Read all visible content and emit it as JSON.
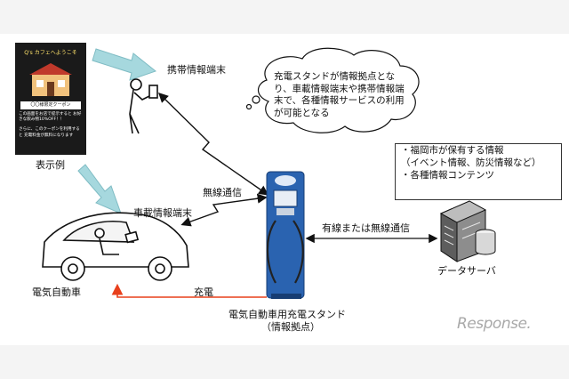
{
  "display_example": {
    "screen_title": "Q's カフェへようこそ",
    "coupon": "〇〇様限定クーポン",
    "message_1": "この画面をお店で提示すると お好きな飲み物10%OFF！！",
    "message_2": "さらに、このクーポンを利用すると 充電料金が無料になります",
    "caption": "表示例"
  },
  "mobile_terminal_label": "携帯情報端末",
  "bubble_text": "充電スタンドが情報拠点となり、車載情報端末や携帯情報端末で、各種情報サービスの利用が可能となる",
  "wireless_label": "無線通信",
  "car_terminal_label": "車載情報端末",
  "ev_label": "電気自動車",
  "charge_label": "充電",
  "station_label_1": "電気自動車用充電スタンド",
  "station_label_2": "（情報拠点）",
  "wired_wireless_label": "有線または無線通信",
  "info_box": {
    "line1": "・福岡市が保有する情報",
    "line2": "（イベント情報、防災情報など）",
    "line3": "・各種情報コンテンツ"
  },
  "server_label": "データサーバ",
  "watermark": "Response.",
  "colors": {
    "arrow_teal": "#a6d8de",
    "charge_arrow": "#e8401c",
    "station_blue": "#2a63b0"
  }
}
